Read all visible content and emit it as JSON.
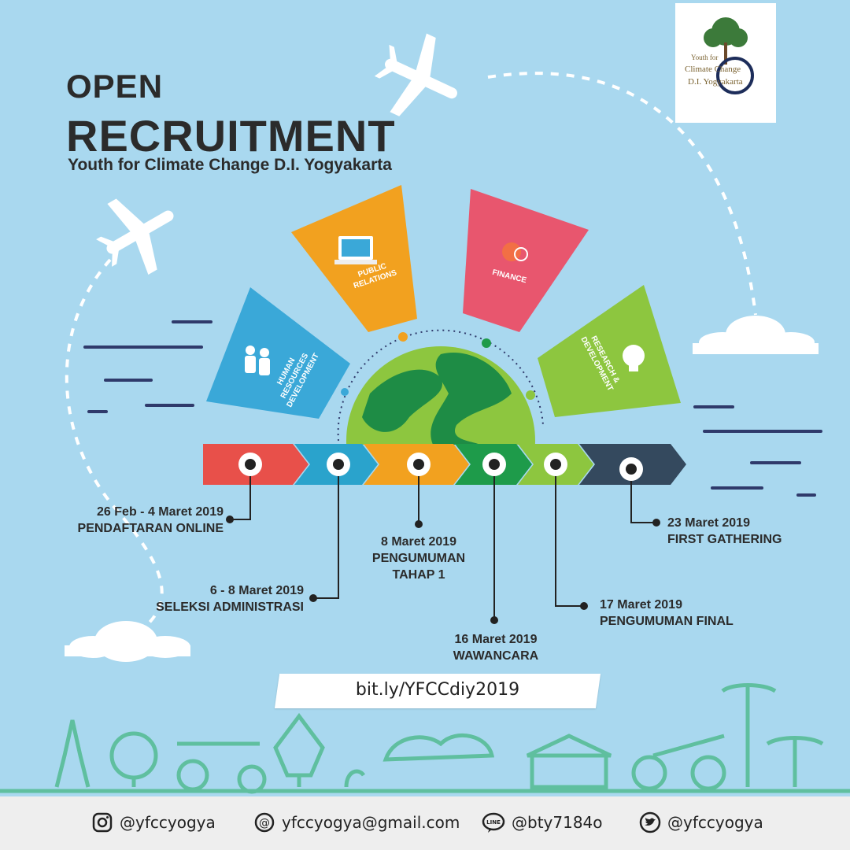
{
  "title": {
    "line1": "OPEN",
    "line2": "RECRUITMENT",
    "subtitle": "Youth for Climate Change D.I. Yogyakarta"
  },
  "logo": {
    "text_top": "Youth for",
    "text_mid": "Climate Change",
    "text_bottom": "D.I. Yogyakarta"
  },
  "divisions": [
    {
      "label": "HUMAN RESOURCES DEVELOPMENT",
      "color": "#3aa8d8",
      "icon": "people-icon"
    },
    {
      "label": "PUBLIC RELATIONS",
      "color": "#f2a11f",
      "icon": "laptop-icon"
    },
    {
      "label": "FINANCE",
      "color": "#e8566e",
      "icon": "coin-icon"
    },
    {
      "label": "RESEARCH & DEVELOPMENT",
      "color": "#8dc63f",
      "icon": "lightbulb-icon"
    }
  ],
  "timeline": [
    {
      "date": "26 Feb - 4 Maret 2019",
      "event": "PENDAFTARAN ONLINE",
      "color": "#e8504a"
    },
    {
      "date": "6 - 8 Maret 2019",
      "event": "SELEKSI ADMINISTRASI",
      "color": "#2aa3cc"
    },
    {
      "date": "8 Maret 2019",
      "event": "PENGUMUMAN TAHAP 1",
      "event_line1": "PENGUMUMAN",
      "event_line2": "TAHAP 1",
      "color": "#f2a11f"
    },
    {
      "date": "16 Maret 2019",
      "event": "WAWANCARA",
      "color": "#1e9b4a"
    },
    {
      "date": "17 Maret 2019",
      "event": "PENGUMUMAN FINAL",
      "color": "#8dc63f"
    },
    {
      "date": "23 Maret 2019",
      "event": "FIRST GATHERING",
      "color": "#34495e"
    }
  ],
  "link": "bit.ly/YFCCdiy2019",
  "footer": {
    "instagram": "@yfccyogya",
    "email": "yfccyogya@gmail.com",
    "line": "@bty7184o",
    "twitter": "@yfccyogya"
  },
  "colors": {
    "sky": "#a9d8ef",
    "ink": "#2b2b2b",
    "city": "#5fbf9f"
  }
}
